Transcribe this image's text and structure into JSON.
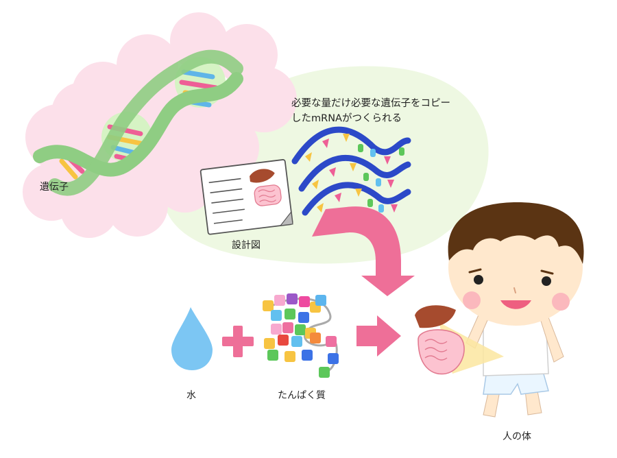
{
  "labels": {
    "dna": "遺伝子",
    "mrna_line1": "必要な量だけ必要な遺伝子をコピー",
    "mrna_line2": "したmRNAがつくられる",
    "blueprint": "設計図",
    "water": "水",
    "protein": "たんぱく質",
    "human_body": "人の体"
  },
  "colors": {
    "dna_bg": "#fce0ea",
    "mrna_bg": "#eef8e2",
    "dna_helix": "#8fcd83",
    "mrna_strand": "#2c49c8",
    "arrow": "#ee6f98",
    "water": "#7cc6f3",
    "hair": "#5b3413",
    "skin": "#ffe8cd"
  },
  "icons": [
    "dna-icon",
    "mrna-icon",
    "blueprint-icon",
    "water-drop-icon",
    "plus-icon",
    "protein-icon",
    "arrow-right-icon",
    "curved-arrow-icon",
    "child-icon",
    "organs-icon"
  ]
}
